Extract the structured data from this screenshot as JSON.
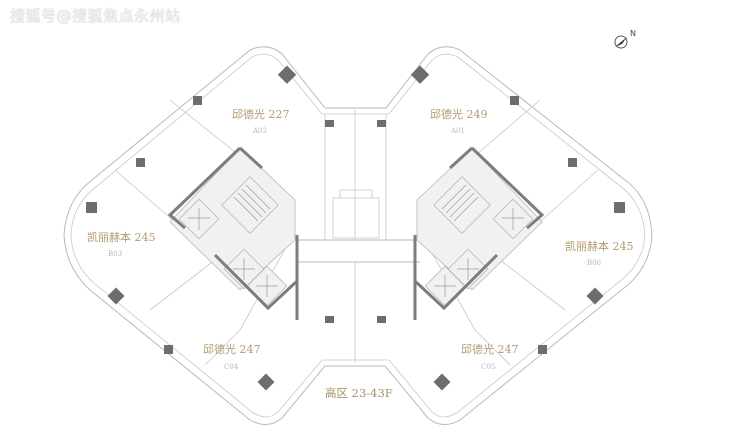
{
  "watermark": "搜狐号@搜狐焦点永州站",
  "compass": {
    "letter": "N",
    "icon": "north-arrow-icon"
  },
  "units": [
    {
      "id": "A02",
      "label": "邱德光 227"
    },
    {
      "id": "A01",
      "label": "邱德光 249"
    },
    {
      "id": "B03",
      "label": "凯丽赫本 245"
    },
    {
      "id": "B06",
      "label": "凯丽赫本 245"
    },
    {
      "id": "C04",
      "label": "邱德光 247"
    },
    {
      "id": "C05",
      "label": "邱德光 247"
    }
  ],
  "floor_label": "高区 23-43F",
  "colors": {
    "label": "#b09a70",
    "wall": "#7d7d7d",
    "outline": "#b9b9b9"
  }
}
